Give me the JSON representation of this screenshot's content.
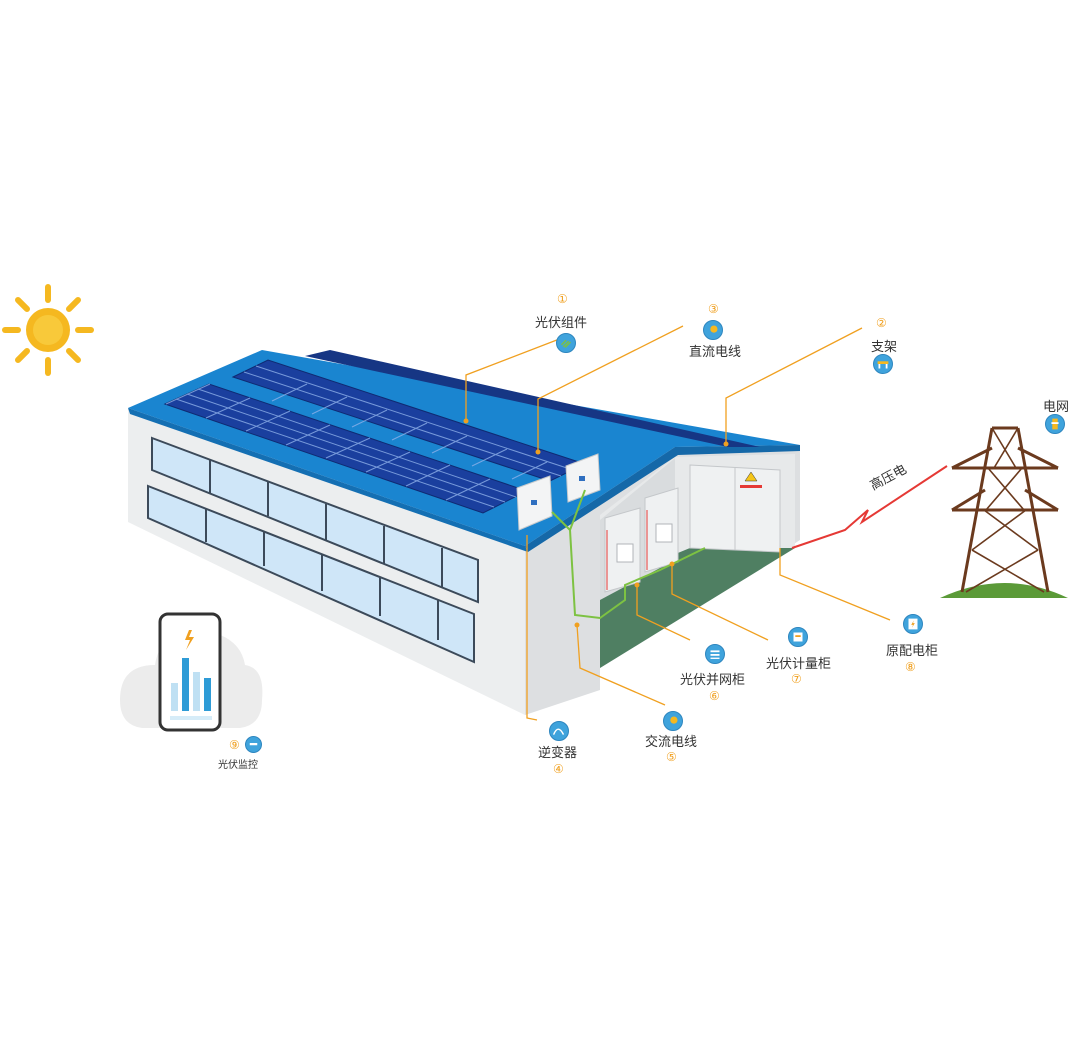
{
  "labels": {
    "pv_module": "光伏组件",
    "dc_cable": "直流电线",
    "bracket": "支架",
    "grid": "电网",
    "high_voltage": "高压电",
    "inverter": "逆变器",
    "ac_cable": "交流电线",
    "grid_cabinet": "光伏并网柜",
    "meter_cabinet": "光伏计量柜",
    "distribution_cabinet": "原配电柜",
    "monitoring": "光伏监控"
  },
  "numbers": {
    "pv_module": "①",
    "bracket": "②",
    "dc_cable": "③",
    "inverter": "④",
    "ac_cable": "⑤",
    "grid_cabinet": "⑥",
    "meter_cabinet": "⑦",
    "distribution_cabinet": "⑧",
    "monitoring": "⑨"
  },
  "icons": {
    "pv_module": "solar-panel-icon",
    "dc_cable": "dc-cable-icon",
    "bracket": "bracket-icon",
    "grid": "grid-tower-icon",
    "inverter": "inverter-icon",
    "ac_cable": "ac-cable-icon",
    "grid_cabinet": "grid-cabinet-icon",
    "meter_cabinet": "meter-cabinet-icon",
    "distribution_cabinet": "distribution-cabinet-icon",
    "monitoring": "monitoring-icon"
  },
  "colors": {
    "roof": "#1a85d0",
    "panel": "#1a3f9e",
    "leader_line": "#f0a020",
    "ac_line": "#7dc242",
    "high_voltage_line": "#e53935",
    "sun": "#f5b820",
    "tower": "#6b3a1e",
    "floor": "#4f7f62",
    "icon_bg": "#3fa3dc"
  }
}
